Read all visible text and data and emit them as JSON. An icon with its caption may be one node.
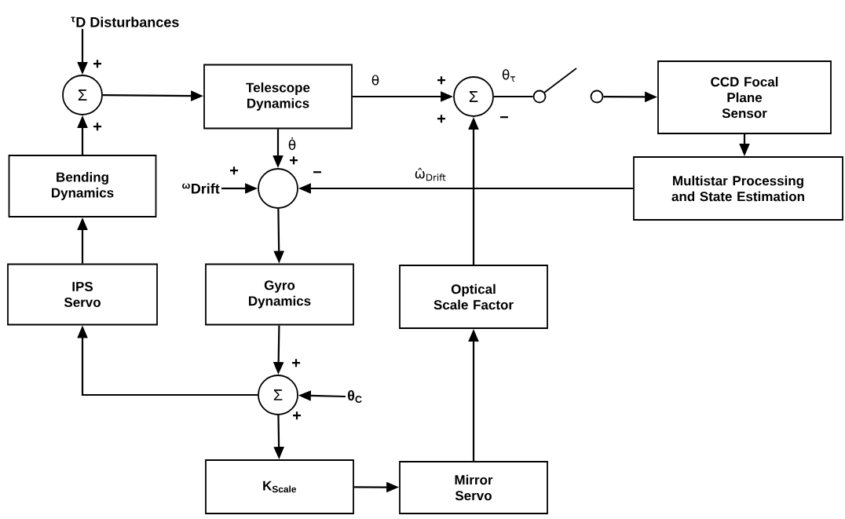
{
  "diagram": {
    "nodes": [
      {
        "text": [
          "$^{τ}$D Disturbances"
        ]
      },
      {
        "text": [
          "Σ"
        ]
      },
      {
        "text": [
          "Telescope Dynamics"
        ]
      },
      {
        "text": [
          "Σ"
        ]
      },
      {
        "text": [],
        "shape": "circle"
      },
      {
        "text": [],
        "shape": "circle"
      },
      {
        "text": [
          "CCD Focal Plane Sensor"
        ]
      },
      {
        "text": [
          "Bending Dynamics"
        ]
      },
      {
        "text": [
          "$^{ω}$Drift"
        ]
      },
      {
        "text": [],
        "shape": "circle"
      },
      {
        "text": [
          "Multistar Processing and State Estimation"
        ]
      },
      {
        "text": [
          "IPS Servo"
        ]
      },
      {
        "text": [
          "Gyro Dynamics"
        ]
      },
      {
        "text": [
          "Optical Scale Factor"
        ]
      },
      {
        "text": [
          "Σ"
        ]
      },
      {
        "text": [
          "θ$_{C}$"
        ]
      },
      {
        "text": [
          "K$_{Scale}$"
        ]
      },
      {
        "text": [
          "Mirror Servo"
        ]
      }
    ],
    "edges": [
      {
        "from": 0,
        "to": 1,
        "arrow": "to"
      },
      {
        "from": 7,
        "to": 1,
        "arrow": "to"
      },
      {
        "from": 1,
        "to": 2,
        "arrow": "to"
      },
      {
        "from": 2,
        "to": 3,
        "arrow": "to",
        "label": "θ"
      },
      {
        "from": 3,
        "to": 4,
        "arrow": "none",
        "label": "θ$_{τ}$"
      },
      {
        "from": 5,
        "to": 6,
        "arrow": "to"
      },
      {
        "from": 6,
        "to": 10,
        "arrow": "to"
      },
      {
        "from": 10,
        "to": 9,
        "arrow": "to",
        "label": "ω̂$_{Drift}$"
      },
      {
        "from": 2,
        "to": 9,
        "arrow": "to",
        "label": "θ̇"
      },
      {
        "from": 8,
        "to": 9,
        "arrow": "to"
      },
      {
        "from": 9,
        "to": 12,
        "arrow": "to"
      },
      {
        "from": 12,
        "to": 14,
        "arrow": "to"
      },
      {
        "from": 14,
        "to": 11,
        "arrow": "to"
      },
      {
        "from": 11,
        "to": 7,
        "arrow": "to"
      },
      {
        "from": 15,
        "to": 14,
        "arrow": "to"
      },
      {
        "from": 14,
        "to": 16,
        "arrow": "to"
      },
      {
        "from": 16,
        "to": 17,
        "arrow": "to"
      },
      {
        "from": 17,
        "to": 13,
        "arrow": "to"
      },
      {
        "from": 13,
        "to": 3,
        "arrow": "to"
      }
    ],
    "labels": [
      "+",
      "+",
      "+",
      "+",
      "−",
      "+",
      "+",
      "−",
      "+",
      "+"
    ]
  }
}
